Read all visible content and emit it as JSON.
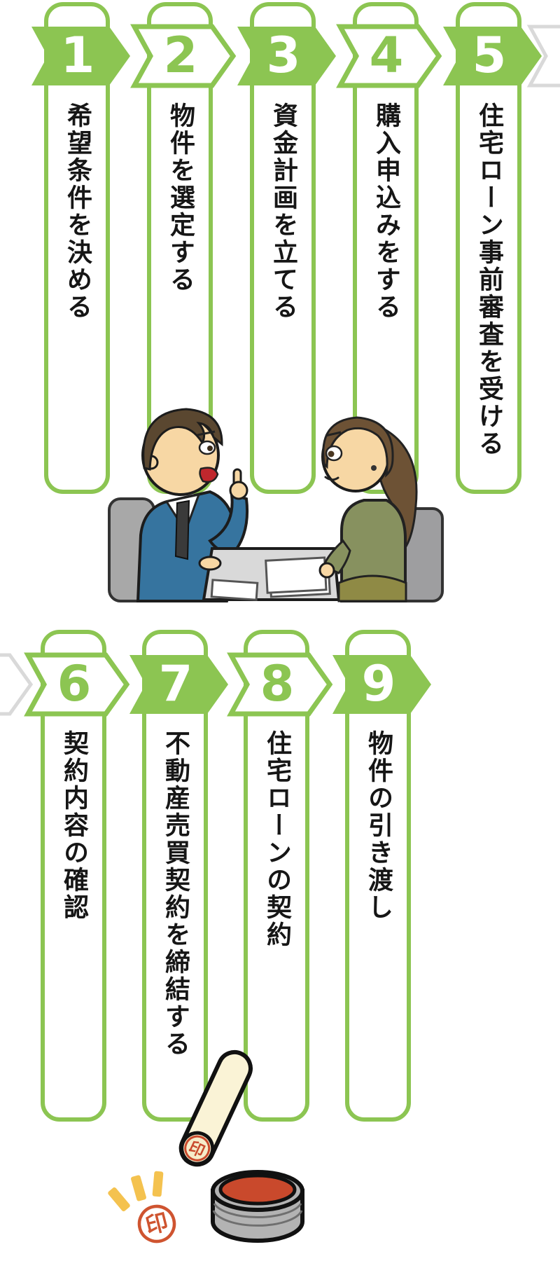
{
  "diagram": {
    "description_labels_visible": false
  },
  "steps": [
    {
      "number": "1",
      "label": "希望条件を決める",
      "variant": "filled"
    },
    {
      "number": "2",
      "label": "物件を選定する",
      "variant": "outline"
    },
    {
      "number": "3",
      "label": "資金計画を立てる",
      "variant": "filled"
    },
    {
      "number": "4",
      "label": "購入申込みをする",
      "variant": "outline"
    },
    {
      "number": "5",
      "label": "住宅ローン事前審査を受ける",
      "variant": "filled"
    },
    {
      "number": "6",
      "label": "契約内容の確認",
      "variant": "outline"
    },
    {
      "number": "7",
      "label": "不動産売買契約を締結する",
      "variant": "filled"
    },
    {
      "number": "8",
      "label": "住宅ローンの契約",
      "variant": "outline"
    },
    {
      "number": "9",
      "label": "物件の引き渡し",
      "variant": "filled"
    }
  ],
  "seal_character": "印",
  "colors": {
    "step_green": "#8cc552",
    "label_text": "#161616",
    "faint_arrow_gray": "#d9d9d9",
    "suit_blue": "#36749f",
    "chair_gray": "#a8a8a8",
    "table_gray": "#d9d9d9",
    "woman_top_olive": "#87915f",
    "woman_skirt_olive": "#8f8a45",
    "skin": "#f7d7a4",
    "hair_brown_man": "#5a4730",
    "hair_brown_woman": "#6d5235",
    "hanko_cream": "#faf3d6",
    "ink_pad_red": "#c9492c",
    "ink_pad_base_gray": "#b3b3b3",
    "stamp_mark_red": "#cf5430",
    "sparkle_yellow": "#f4c24f"
  }
}
